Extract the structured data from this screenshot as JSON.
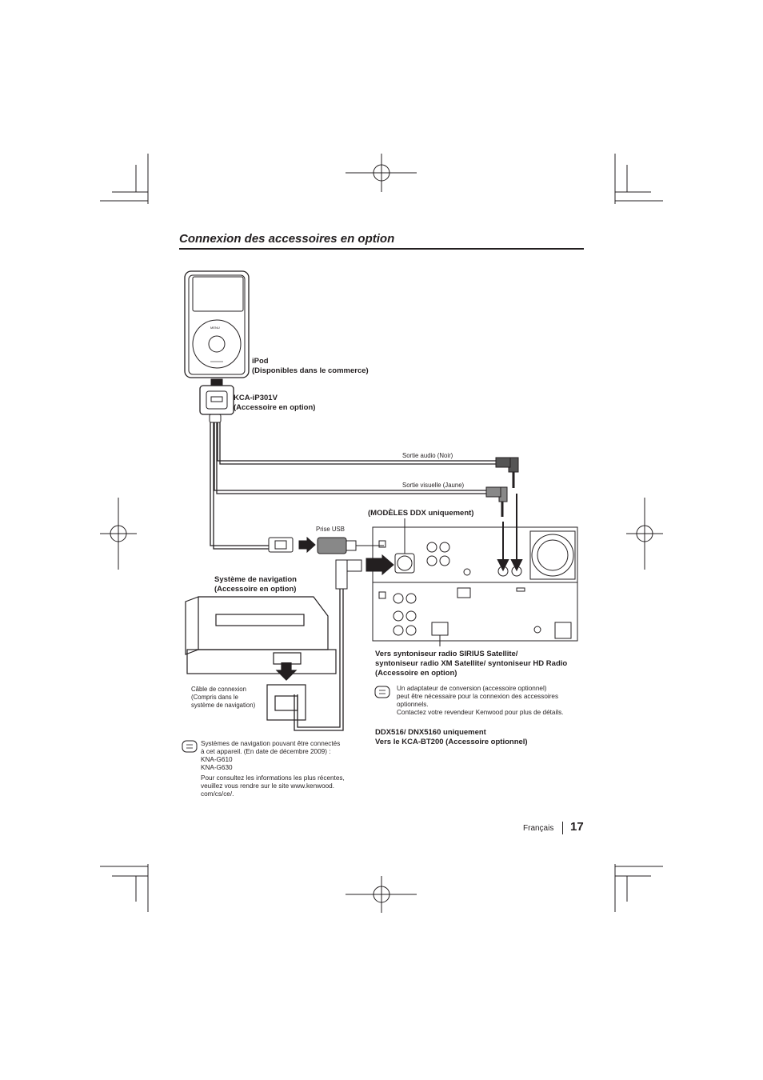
{
  "section_title": "Connexion des accessoires en option",
  "labels": {
    "ipod": "iPod\n(Disponibles dans le commerce)",
    "kca_ip301v": "KCA-iP301V\n(Accessoire en option)",
    "sortie_audio": "Sortie audio (Noir)",
    "sortie_visuelle": "Sortie visuelle (Jaune)",
    "modeles_ddx": "(MODÈLES DDX uniquement)",
    "prise_usb": "Prise USB",
    "navigation": "Système de navigation\n(Accessoire en option)",
    "cable_connexion": "Câble de connexion\n(Compris dans le\nsystème de navigation)",
    "sirius": "Vers syntoniseur radio SIRIUS Satellite/\nsyntoniseur radio XM Satellite/ syntoniseur HD Radio\n(Accessoire en option)",
    "ddx516": "DDX516/ DNX5160 uniquement\nVers le KCA-BT200 (Accessoire optionnel)"
  },
  "notes": {
    "adaptateur": "Un adaptateur de conversion (accessoire optionnel)\npeut être nécessaire pour la connexion des accessoires\noptionnels.\nContactez votre revendeur Kenwood pour plus de détails.",
    "navigation_models": "Systèmes de navigation pouvant être connectés\nà cet appareil. (En date de décembre 2009) :\n    KNA-G610\n    KNA-G630",
    "navigation_info": "Pour consultez les informations les plus récentes,\nveuillez vous rendre sur le site www.kenwood.\ncom/cs/ce/."
  },
  "ipod_menu_text": "MENU",
  "footer": {
    "language": "Français",
    "page": "17"
  },
  "icons": [
    "note-icon",
    "arrow-icon",
    "crop-mark-icon",
    "registration-mark-icon"
  ]
}
